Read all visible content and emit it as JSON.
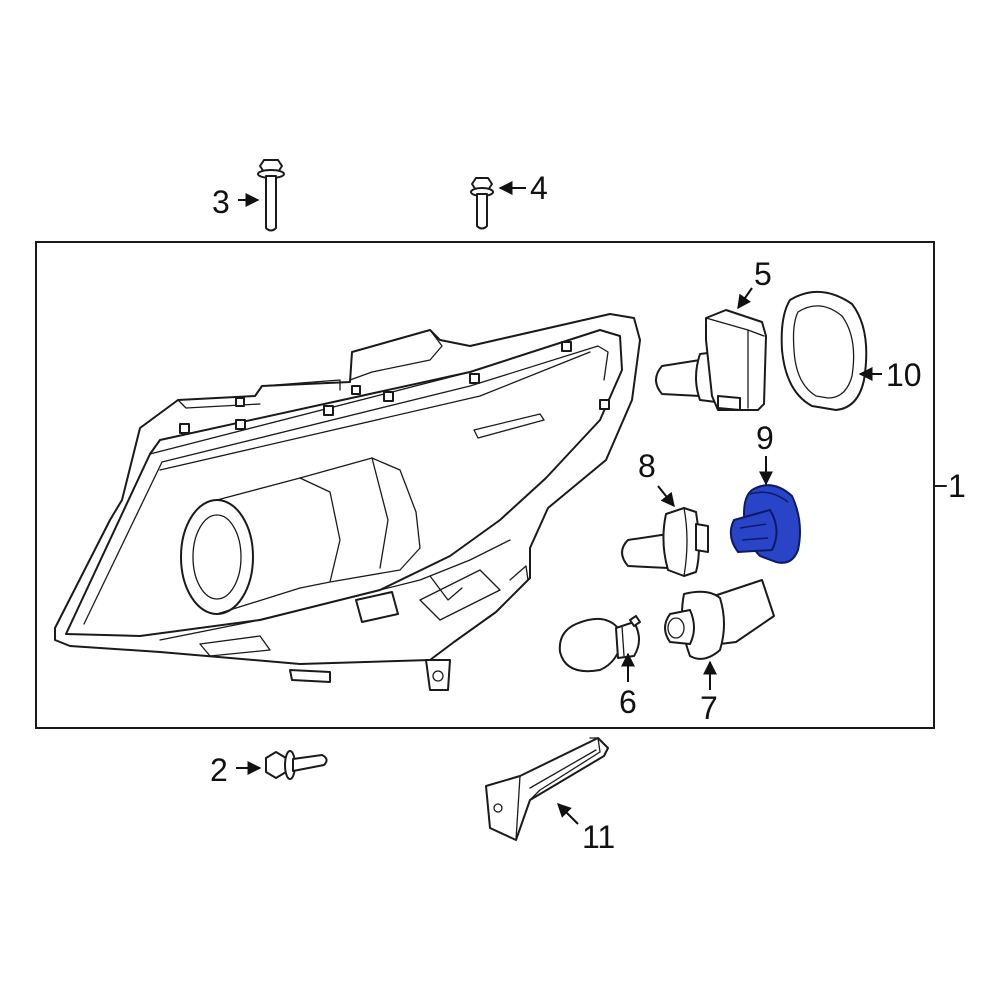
{
  "callouts": {
    "c1": "1",
    "c2": "2",
    "c3": "3",
    "c4": "4",
    "c5": "5",
    "c6": "6",
    "c7": "7",
    "c8": "8",
    "c9": "9",
    "c10": "10",
    "c11": "11"
  },
  "highlight_color": "#2a44c8"
}
